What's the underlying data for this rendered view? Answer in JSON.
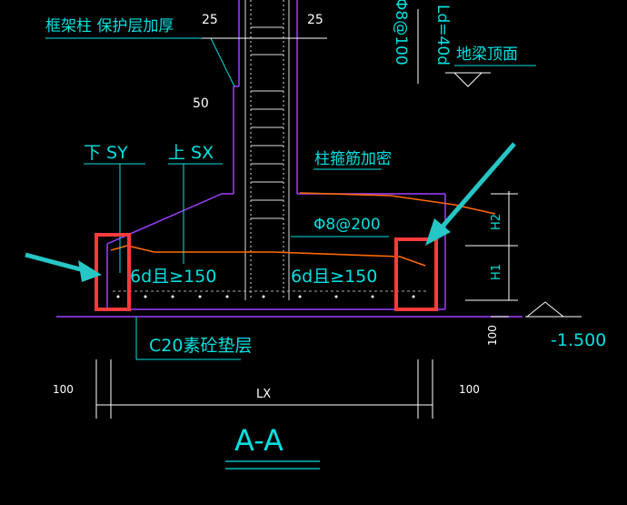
{
  "labels": {
    "column_cover_note": "框架柱  保护层加厚",
    "dim_25_left": "25",
    "dim_25_right": "25",
    "stirrup_spec": "Φ8@100",
    "anchor_len": "Ld=40d",
    "beam_top": "地梁顶面",
    "dim_50": "50",
    "bottom_sy": "下 SY",
    "top_sx": "上 SX",
    "column_stirrup_dense": "柱箍筋加密",
    "rebar_spec": "Φ8@200",
    "anchor_left": "6d且≥150",
    "anchor_right": "6d且≥150",
    "h1": "H1",
    "h2": "H2",
    "elevation": "-1.500",
    "dim_100_v": "100",
    "c20_pad": "C20素砼垫层",
    "dim_100_left": "100",
    "dim_100_right": "100",
    "lx": "LX",
    "section": "A-A"
  },
  "colors": {
    "background": "#000000",
    "cyan_text": "#00e0e0",
    "column": "#a040ff",
    "rebar": "#ff6a00",
    "dim_line": "#ffffff",
    "highlight_box": "#ff3b3b",
    "arrow": "#27c6c6",
    "green": "#00ff66",
    "yellow": "#ffff00"
  }
}
